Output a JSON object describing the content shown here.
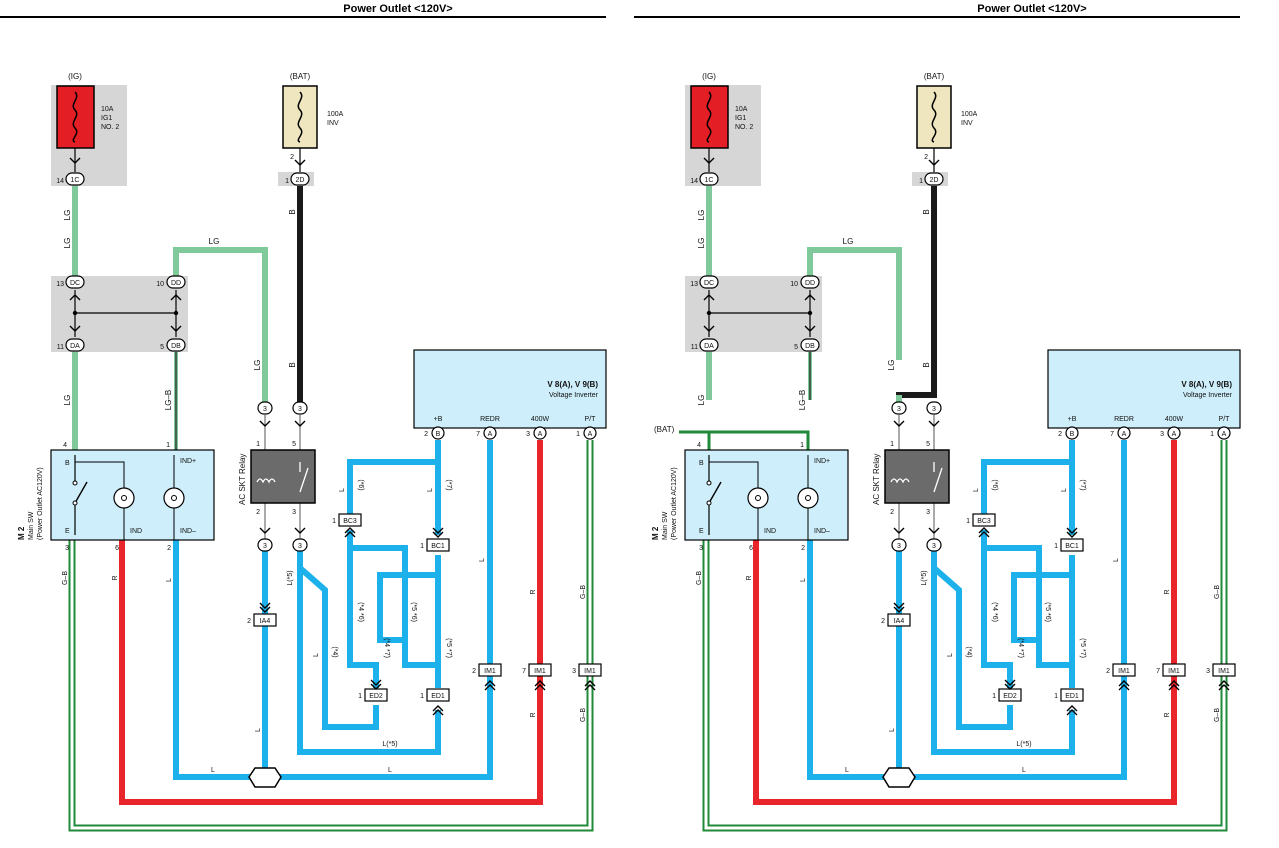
{
  "page_title": "Power Outlet <120V>",
  "colors": {
    "wire_lg": "#7fc99a",
    "wire_b": "#1a1a1a",
    "wire_l": "#1cb1ea",
    "wire_r": "#e8252b",
    "wire_gb_outer": "#1f8a3a",
    "wire_gb_inner": "#ffffff",
    "junction_gray": "#d6d6d6",
    "inverter_fill": "#cdeefa",
    "fuse_ig_fill": "#e31e24",
    "fuse_bat_fill": "#efe6bf"
  },
  "panels": [
    {
      "id": "left",
      "fuse_ig": {
        "source": "(IG)",
        "rating": "10A",
        "name1": "IG1",
        "name2": "NO. 2",
        "pin": "14",
        "conn": "1C"
      },
      "fuse_bat": {
        "source": "(BAT)",
        "rating": "100A",
        "name1": "INV",
        "pin_top": "2",
        "pin": "1",
        "conn": "2D"
      },
      "junction": {
        "tl_pin": "13",
        "tl_conn": "DC",
        "tr_pin": "10",
        "tr_conn": "DD",
        "bl_pin": "11",
        "bl_conn": "DA",
        "br_pin": "5",
        "br_conn": "DB"
      },
      "wire_labels": {
        "lg1": "LG",
        "lg2": "LG",
        "lg_top": "LG",
        "lg_right": "LG",
        "lg3": "LG",
        "lgb": "LG–B",
        "b1": "B",
        "b2": "B"
      },
      "main_sw": {
        "id": "M 2",
        "name": "Main SW",
        "sub": "(Power Outlet AC120V)",
        "term_b": "B",
        "term_e": "E",
        "term_ind_plus": "IND+",
        "term_ind": "IND",
        "term_ind_minus": "IND–",
        "pin4": "4",
        "pin1": "1",
        "pin3": "3",
        "pin6": "6",
        "pin2": "2"
      },
      "relay": {
        "name": "AC SKT Relay",
        "pin1": "1",
        "pin5": "5",
        "pin2": "2",
        "pin3": "3",
        "conn": "3"
      },
      "inverter": {
        "id": "V 8(A), V 9(B)",
        "name": "Voltage Inverter",
        "t1": "+B",
        "t2": "REDR",
        "t3": "400W",
        "t4": "P/T",
        "p1": "2",
        "c1": "B",
        "p2": "7",
        "c2": "A",
        "p3": "3",
        "c3": "A",
        "p4": "1",
        "c4": "A"
      },
      "connectors": {
        "bc3": "BC3",
        "bc1": "BC1",
        "ed2": "ED2",
        "ed1": "ED1",
        "ia4": "IA4",
        "im1": "IM1",
        "pin1": "1",
        "pin2": "2",
        "pin3": "3",
        "pin7": "7"
      },
      "notes": {
        "n6": "(*6)",
        "n7": "(*7)",
        "n4_6": "(*4 *6)",
        "n5_6": "(*5 *6)",
        "n4": "(*4)",
        "n4_7": "(*4 *7)",
        "n5_7": "(*5 *7)",
        "l5a": "L(*5)",
        "l5b": "L(*5)"
      },
      "codes": {
        "L": "L",
        "R": "R",
        "GB": "G–B"
      }
    },
    {
      "id": "right",
      "fuse_ig": {
        "source": "(IG)",
        "rating": "10A",
        "name1": "IG1",
        "name2": "NO. 2",
        "pin": "14",
        "conn": "1C"
      },
      "fuse_bat": {
        "source": "(BAT)",
        "rating": "100A",
        "name1": "INV",
        "pin_top": "2",
        "pin": "1",
        "conn": "2D"
      },
      "junction": {
        "tl_pin": "13",
        "tl_conn": "DC",
        "tr_pin": "10",
        "tr_conn": "DD",
        "bl_pin": "11",
        "bl_conn": "DA",
        "br_pin": "5",
        "br_conn": "DB"
      },
      "wire_labels": {
        "lg1": "LG",
        "lg2": "LG",
        "lg_top": "LG",
        "lg_right": "LG",
        "lg3": "LG",
        "lgb": "LG–B",
        "b1": "B",
        "b2": "B"
      },
      "bat_label": "(BAT)",
      "main_sw": {
        "id": "M 2",
        "name": "Main SW",
        "sub": "(Power Outlet AC120V)",
        "term_b": "B",
        "term_e": "E",
        "term_ind_plus": "IND+",
        "term_ind": "IND",
        "term_ind_minus": "IND–",
        "pin4": "4",
        "pin1": "1",
        "pin3": "3",
        "pin6": "6",
        "pin2": "2"
      },
      "relay": {
        "name": "AC SKT Relay",
        "pin1": "1",
        "pin5": "5",
        "pin2": "2",
        "pin3": "3",
        "conn": "3"
      },
      "inverter": {
        "id": "V 8(A), V 9(B)",
        "name": "Voltage Inverter",
        "t1": "+B",
        "t2": "REDR",
        "t3": "400W",
        "t4": "P/T",
        "p1": "2",
        "c1": "B",
        "p2": "7",
        "c2": "A",
        "p3": "3",
        "c3": "A",
        "p4": "1",
        "c4": "A"
      },
      "connectors": {
        "bc3": "BC3",
        "bc1": "BC1",
        "ed2": "ED2",
        "ed1": "ED1",
        "ia4": "IA4",
        "im1": "IM1",
        "pin1": "1",
        "pin2": "2",
        "pin3": "3",
        "pin7": "7"
      },
      "notes": {
        "n6": "(*6)",
        "n7": "(*7)",
        "n4_6": "(*4 *6)",
        "n5_6": "(*5 *6)",
        "n4": "(*4)",
        "n4_7": "(*4 *7)",
        "n5_7": "(*5 *7)",
        "l5a": "L(*5)",
        "l5b": "L(*5)"
      },
      "codes": {
        "L": "L",
        "R": "R",
        "GB": "G–B"
      }
    }
  ]
}
